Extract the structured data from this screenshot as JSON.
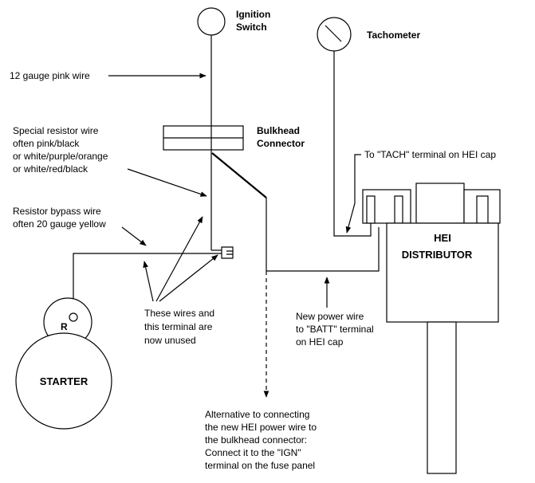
{
  "components": {
    "ignition": [
      "Ignition",
      "Switch"
    ],
    "tachometer": "Tachometer",
    "bulkhead": [
      "Bulkhead",
      "Connector"
    ],
    "hei": [
      "HEI",
      "DISTRIBUTOR"
    ],
    "starter": "STARTER",
    "starter_terminal": "R"
  },
  "labels": {
    "pink_wire": "12 gauge pink wire",
    "resistor_wire": [
      "Special resistor wire",
      "often pink/black",
      "or white/purple/orange",
      "or white/red/black"
    ],
    "bypass_wire": [
      "Resistor bypass wire",
      "often 20 gauge yellow"
    ],
    "tach_terminal": "To \"TACH\" terminal on HEI cap",
    "unused": [
      "These wires and",
      "this terminal are",
      "now unused"
    ],
    "new_power": [
      "New power wire",
      "to \"BATT\" terminal",
      "on HEI cap"
    ],
    "alternative": [
      "Alternative to connecting",
      "the new HEI power wire to",
      "the bulkhead connector:",
      "Connect it to the \"IGN\"",
      "terminal on the fuse panel"
    ]
  }
}
